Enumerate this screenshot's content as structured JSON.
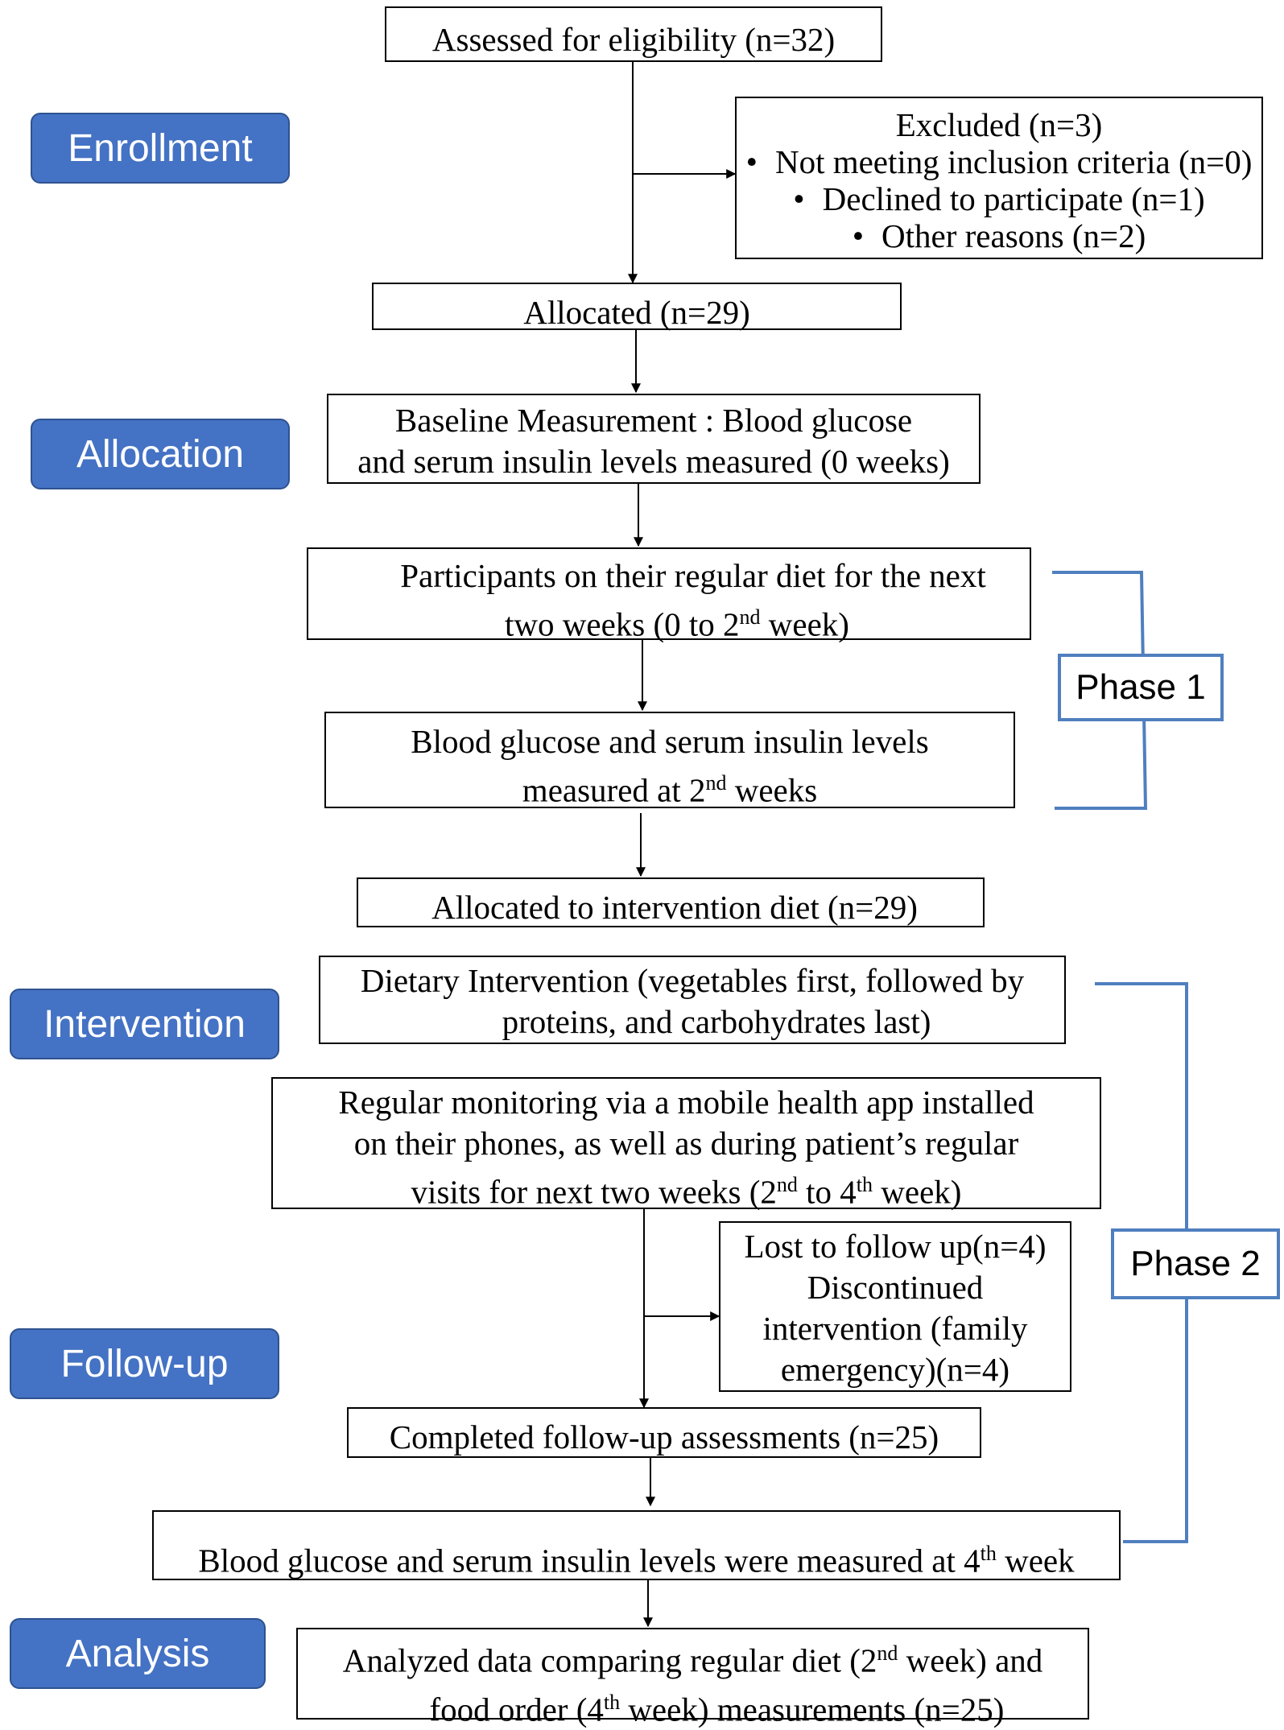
{
  "stages": {
    "enrollment": "Enrollment",
    "allocation": "Allocation",
    "intervention": "Intervention",
    "follow_up": "Follow-up",
    "analysis": "Analysis"
  },
  "phases": {
    "phase1": "Phase 1",
    "phase2": "Phase 2"
  },
  "boxes": {
    "assessed": "Assessed for eligibility (n=32)",
    "excluded": {
      "title": "Excluded (n=3)",
      "items": [
        "Not meeting inclusion criteria (n=0)",
        "Declined to participate (n=1)",
        "Other reasons (n=2)"
      ]
    },
    "allocated": "Allocated  (n=29)",
    "baseline": {
      "line1": "Baseline  Measurement  :  Blood  glucose",
      "line2": "and serum insulin levels measured (0 weeks)"
    },
    "regular_diet": {
      "line1": "Participants on their regular diet for the next",
      "line2_a": "two weeks (0 to 2",
      "line2_sup": "nd",
      "line2_b": " week)"
    },
    "measured_2nd": {
      "line1": "Blood  glucose and serum insulin levels",
      "line2_a": "measured at 2",
      "line2_sup": "nd",
      "line2_b": " weeks"
    },
    "allocated_intervention": "Allocated to intervention diet (n=29)",
    "dietary": {
      "line1": "Dietary Intervention (vegetables first, followed by",
      "line2": "proteins, and carbohydrates last)"
    },
    "monitoring": {
      "line1": "Regular monitoring via a mobile health app installed",
      "line2": "on their phones, as well as during patient’s regular",
      "line3_a": "visits for next two weeks (2",
      "line3_sup1": "nd",
      "line3_b": " to 4",
      "line3_sup2": "th",
      "line3_c": " week)"
    },
    "lost": {
      "line1": "Lost to follow up(n=4)",
      "line2": "Discontinued",
      "line3": "intervention (family",
      "line4": "emergency)(n=4)"
    },
    "completed": "Completed follow-up assessments (n=25)",
    "measured_4th": {
      "a": "Blood glucose and serum insulin levels were measured at 4",
      "sup": "th",
      "b": " week"
    },
    "analyzed": {
      "line1_a": "Analyzed data comparing regular diet (2",
      "line1_sup": "nd",
      "line1_b": " week) and",
      "line2_a": "food order (4",
      "line2_sup": "th",
      "line2_b": " week) measurements (n=25)"
    }
  }
}
